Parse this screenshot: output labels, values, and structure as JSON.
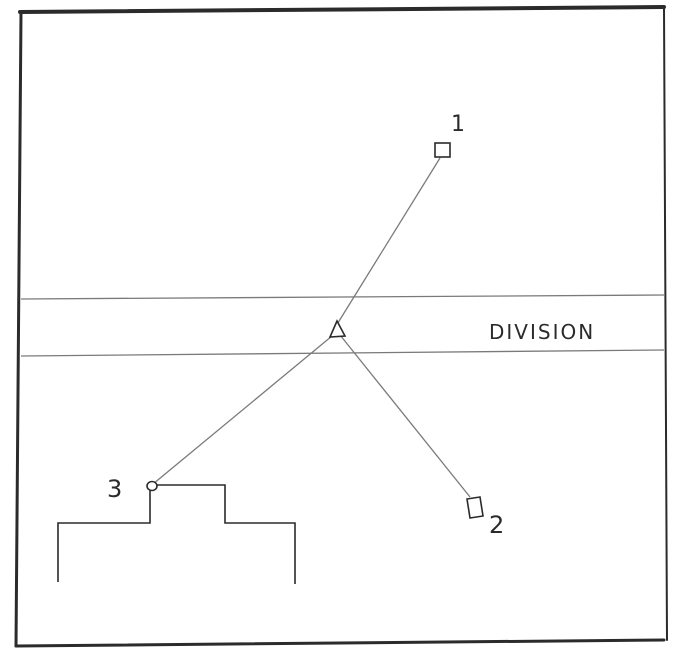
{
  "labels": {
    "node_1": "1",
    "node_2": "2",
    "node_3": "3",
    "band": "DIVISION"
  },
  "colors": {
    "ink": "#2b2b2b",
    "line": "#7a7a7a",
    "paper": "#ffffff"
  }
}
